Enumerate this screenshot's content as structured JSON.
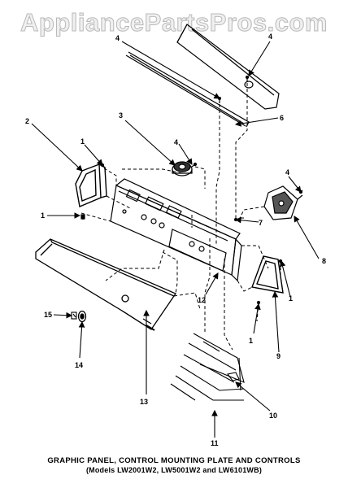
{
  "watermark": "AppliancePartsPros.com",
  "caption": {
    "title": "GRAPHIC PANEL, CONTROL MOUNTING PLATE AND CONTROLS",
    "models": "(Models LW2001W2, LW5001W2 and LW6101WB)"
  },
  "callouts": {
    "c1": "1",
    "c2": "2",
    "c3": "3",
    "c4": "4",
    "c6": "6",
    "c7": "7",
    "c8": "8",
    "c9": "9",
    "c10": "10",
    "c11": "11",
    "c12": "12",
    "c13": "13",
    "c14": "14",
    "c15": "15"
  }
}
